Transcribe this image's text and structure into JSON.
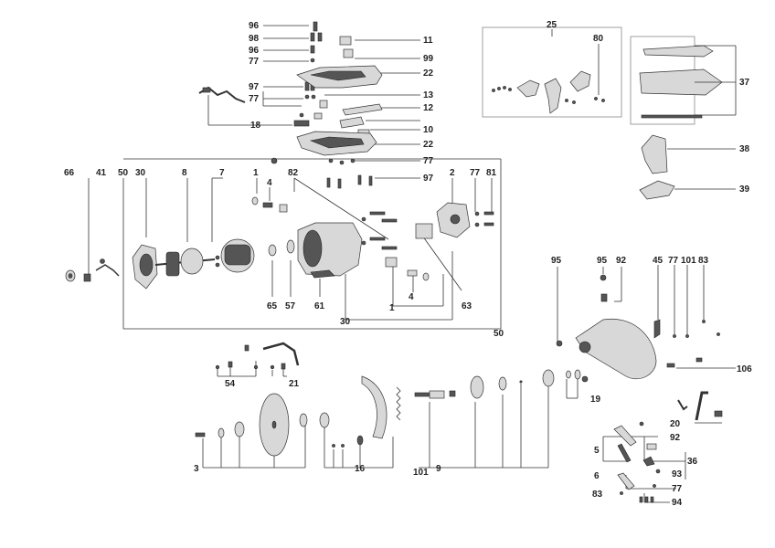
{
  "labels": {
    "l96a": "96",
    "l98": "98",
    "l96b": "96",
    "l77a": "77",
    "l97a": "97",
    "l77b": "77",
    "l18": "18",
    "l11": "11",
    "l99": "99",
    "l22a": "22",
    "l13": "13",
    "l12": "12",
    "l10": "10",
    "l22b": "22",
    "l77c": "77",
    "l97b": "97",
    "l25": "25",
    "l80": "80",
    "l37": "37",
    "l38": "38",
    "l39": "39",
    "l66": "66",
    "l41": "41",
    "l50a": "50",
    "l30a": "30",
    "l8": "8",
    "l7": "7",
    "l1a": "1",
    "l4a": "4",
    "l82": "82",
    "l2": "2",
    "l77d": "77",
    "l81": "81",
    "l65": "65",
    "l57": "57",
    "l61": "61",
    "l30b": "30",
    "l4b": "4",
    "l1b": "1",
    "l63": "63",
    "l50b": "50",
    "l95a": "95",
    "l95b": "95",
    "l92a": "92",
    "l45": "45",
    "l77e": "77",
    "l101a": "101",
    "l83a": "83",
    "l106": "106",
    "l54": "54",
    "l21": "21",
    "l19": "19",
    "l20": "20",
    "l92b": "92",
    "l5": "5",
    "l36": "36",
    "l93": "93",
    "l6": "6",
    "l77f": "77",
    "l83b": "83",
    "l94": "94",
    "l3": "3",
    "l16": "16",
    "l101b": "101",
    "l9": "9"
  }
}
